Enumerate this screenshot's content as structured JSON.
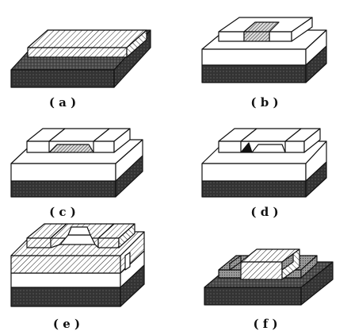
{
  "figure": {
    "panels": [
      {
        "id": "a",
        "caption": "( a )"
      },
      {
        "id": "b",
        "caption": "( b )"
      },
      {
        "id": "c",
        "caption": "( c )"
      },
      {
        "id": "d",
        "caption": "( d )"
      },
      {
        "id": "e",
        "caption": "( e )"
      },
      {
        "id": "f",
        "caption": "( f )"
      }
    ]
  },
  "colors": {
    "ink": "#111111",
    "dark_fill": "#555555",
    "light_fill": "#ffffff"
  }
}
